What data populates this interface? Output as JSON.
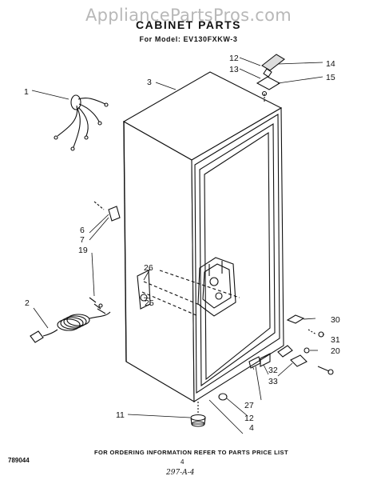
{
  "watermark": "AppliancePartsPros.com",
  "header": {
    "title": "CABINET PARTS",
    "model": "For Model: EV130FXKW-3"
  },
  "callouts": [
    {
      "id": "c1",
      "text": "1"
    },
    {
      "id": "c2",
      "text": "2"
    },
    {
      "id": "c3",
      "text": "3"
    },
    {
      "id": "c4",
      "text": "4"
    },
    {
      "id": "c6",
      "text": "6"
    },
    {
      "id": "c7",
      "text": "7"
    },
    {
      "id": "c11",
      "text": "11"
    },
    {
      "id": "c12a",
      "text": "12"
    },
    {
      "id": "c12b",
      "text": "12"
    },
    {
      "id": "c13",
      "text": "13"
    },
    {
      "id": "c14",
      "text": "14"
    },
    {
      "id": "c15",
      "text": "15"
    },
    {
      "id": "c19",
      "text": "19"
    },
    {
      "id": "c20",
      "text": "20"
    },
    {
      "id": "c25",
      "text": "25"
    },
    {
      "id": "c26",
      "text": "26"
    },
    {
      "id": "c27",
      "text": "27"
    },
    {
      "id": "c30",
      "text": "30"
    },
    {
      "id": "c31",
      "text": "31"
    },
    {
      "id": "c32",
      "text": "32"
    },
    {
      "id": "c33",
      "text": "33"
    }
  ],
  "footer": {
    "ordering_note": "FOR ORDERING INFORMATION REFER TO PARTS PRICE LIST",
    "doc_number": "789044",
    "page_number": "4",
    "handwritten": "297-A-4"
  }
}
